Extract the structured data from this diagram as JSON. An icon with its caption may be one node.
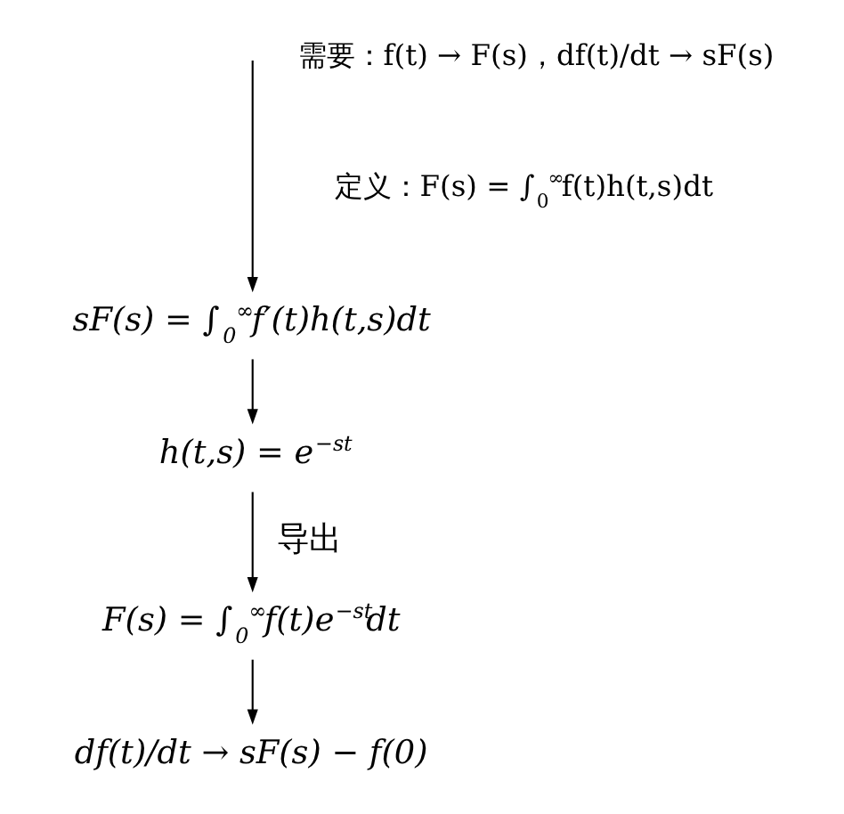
{
  "diagram": {
    "nodes": [
      {
        "text": [
          "sF(s) = ∫$_{0}$$^{∞}$f′(t)h(t,s)dt"
        ]
      },
      {
        "text": [
          "h(t,s) = e$^{−st}$"
        ]
      },
      {
        "text": [
          "F(s) = ∫$_{0}$$^{∞}$f(t)e$^{−st}$dt"
        ]
      },
      {
        "text": [
          "df(t)/dt → sF(s) − f(0)"
        ]
      }
    ],
    "edges": [
      {
        "from": null,
        "to": 0,
        "arrow": "to"
      },
      {
        "from": 0,
        "to": 1,
        "arrow": "to"
      },
      {
        "from": 1,
        "to": 2,
        "arrow": "to",
        "label": "导出"
      },
      {
        "from": 2,
        "to": 3,
        "arrow": "to"
      }
    ],
    "labels": [
      "需要：f(t) → F(s)，df(t)/dt → sF(s)",
      "定义：F(s) = ∫$_{0}$$^{∞}$f(t)h(t,s)dt"
    ]
  }
}
